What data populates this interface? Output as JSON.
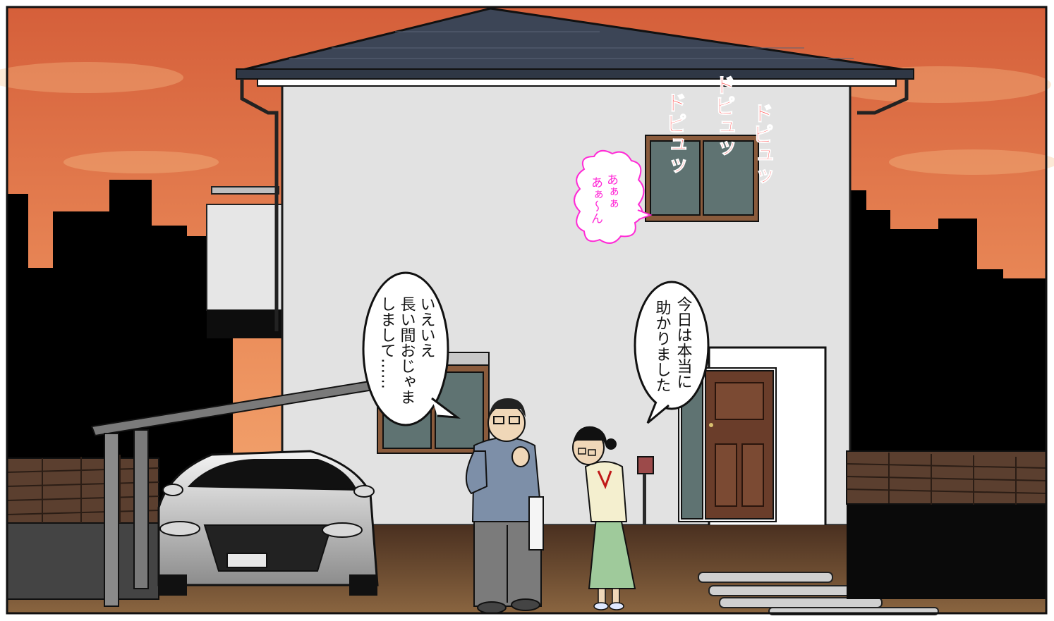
{
  "panel": {
    "sfx": {
      "columns": [
        "ドピュッ",
        "ドピュッ",
        "ドピュッ"
      ],
      "color": "#ff1a1a"
    },
    "moan_bubble": {
      "columns": [
        "あぁぁ",
        "あぁ〜ん"
      ],
      "color": "#ff2bd6"
    },
    "man_bubble": {
      "columns": [
        "いえいえ",
        "長い間おじゃま",
        "しまして……"
      ]
    },
    "woman_bubble": {
      "columns": [
        "今日は本当に",
        "助かりました"
      ]
    }
  },
  "colors": {
    "sky_top": "#d9693f",
    "sky_bottom": "#f3a76a",
    "silhouette": "#000000",
    "wall": "#e3e3e3",
    "roof": "#3c4556",
    "window_glass": "#5f7372",
    "door": "#6a3d2a",
    "ground": "#6b4a2e",
    "fence": "#5b3f2f"
  }
}
